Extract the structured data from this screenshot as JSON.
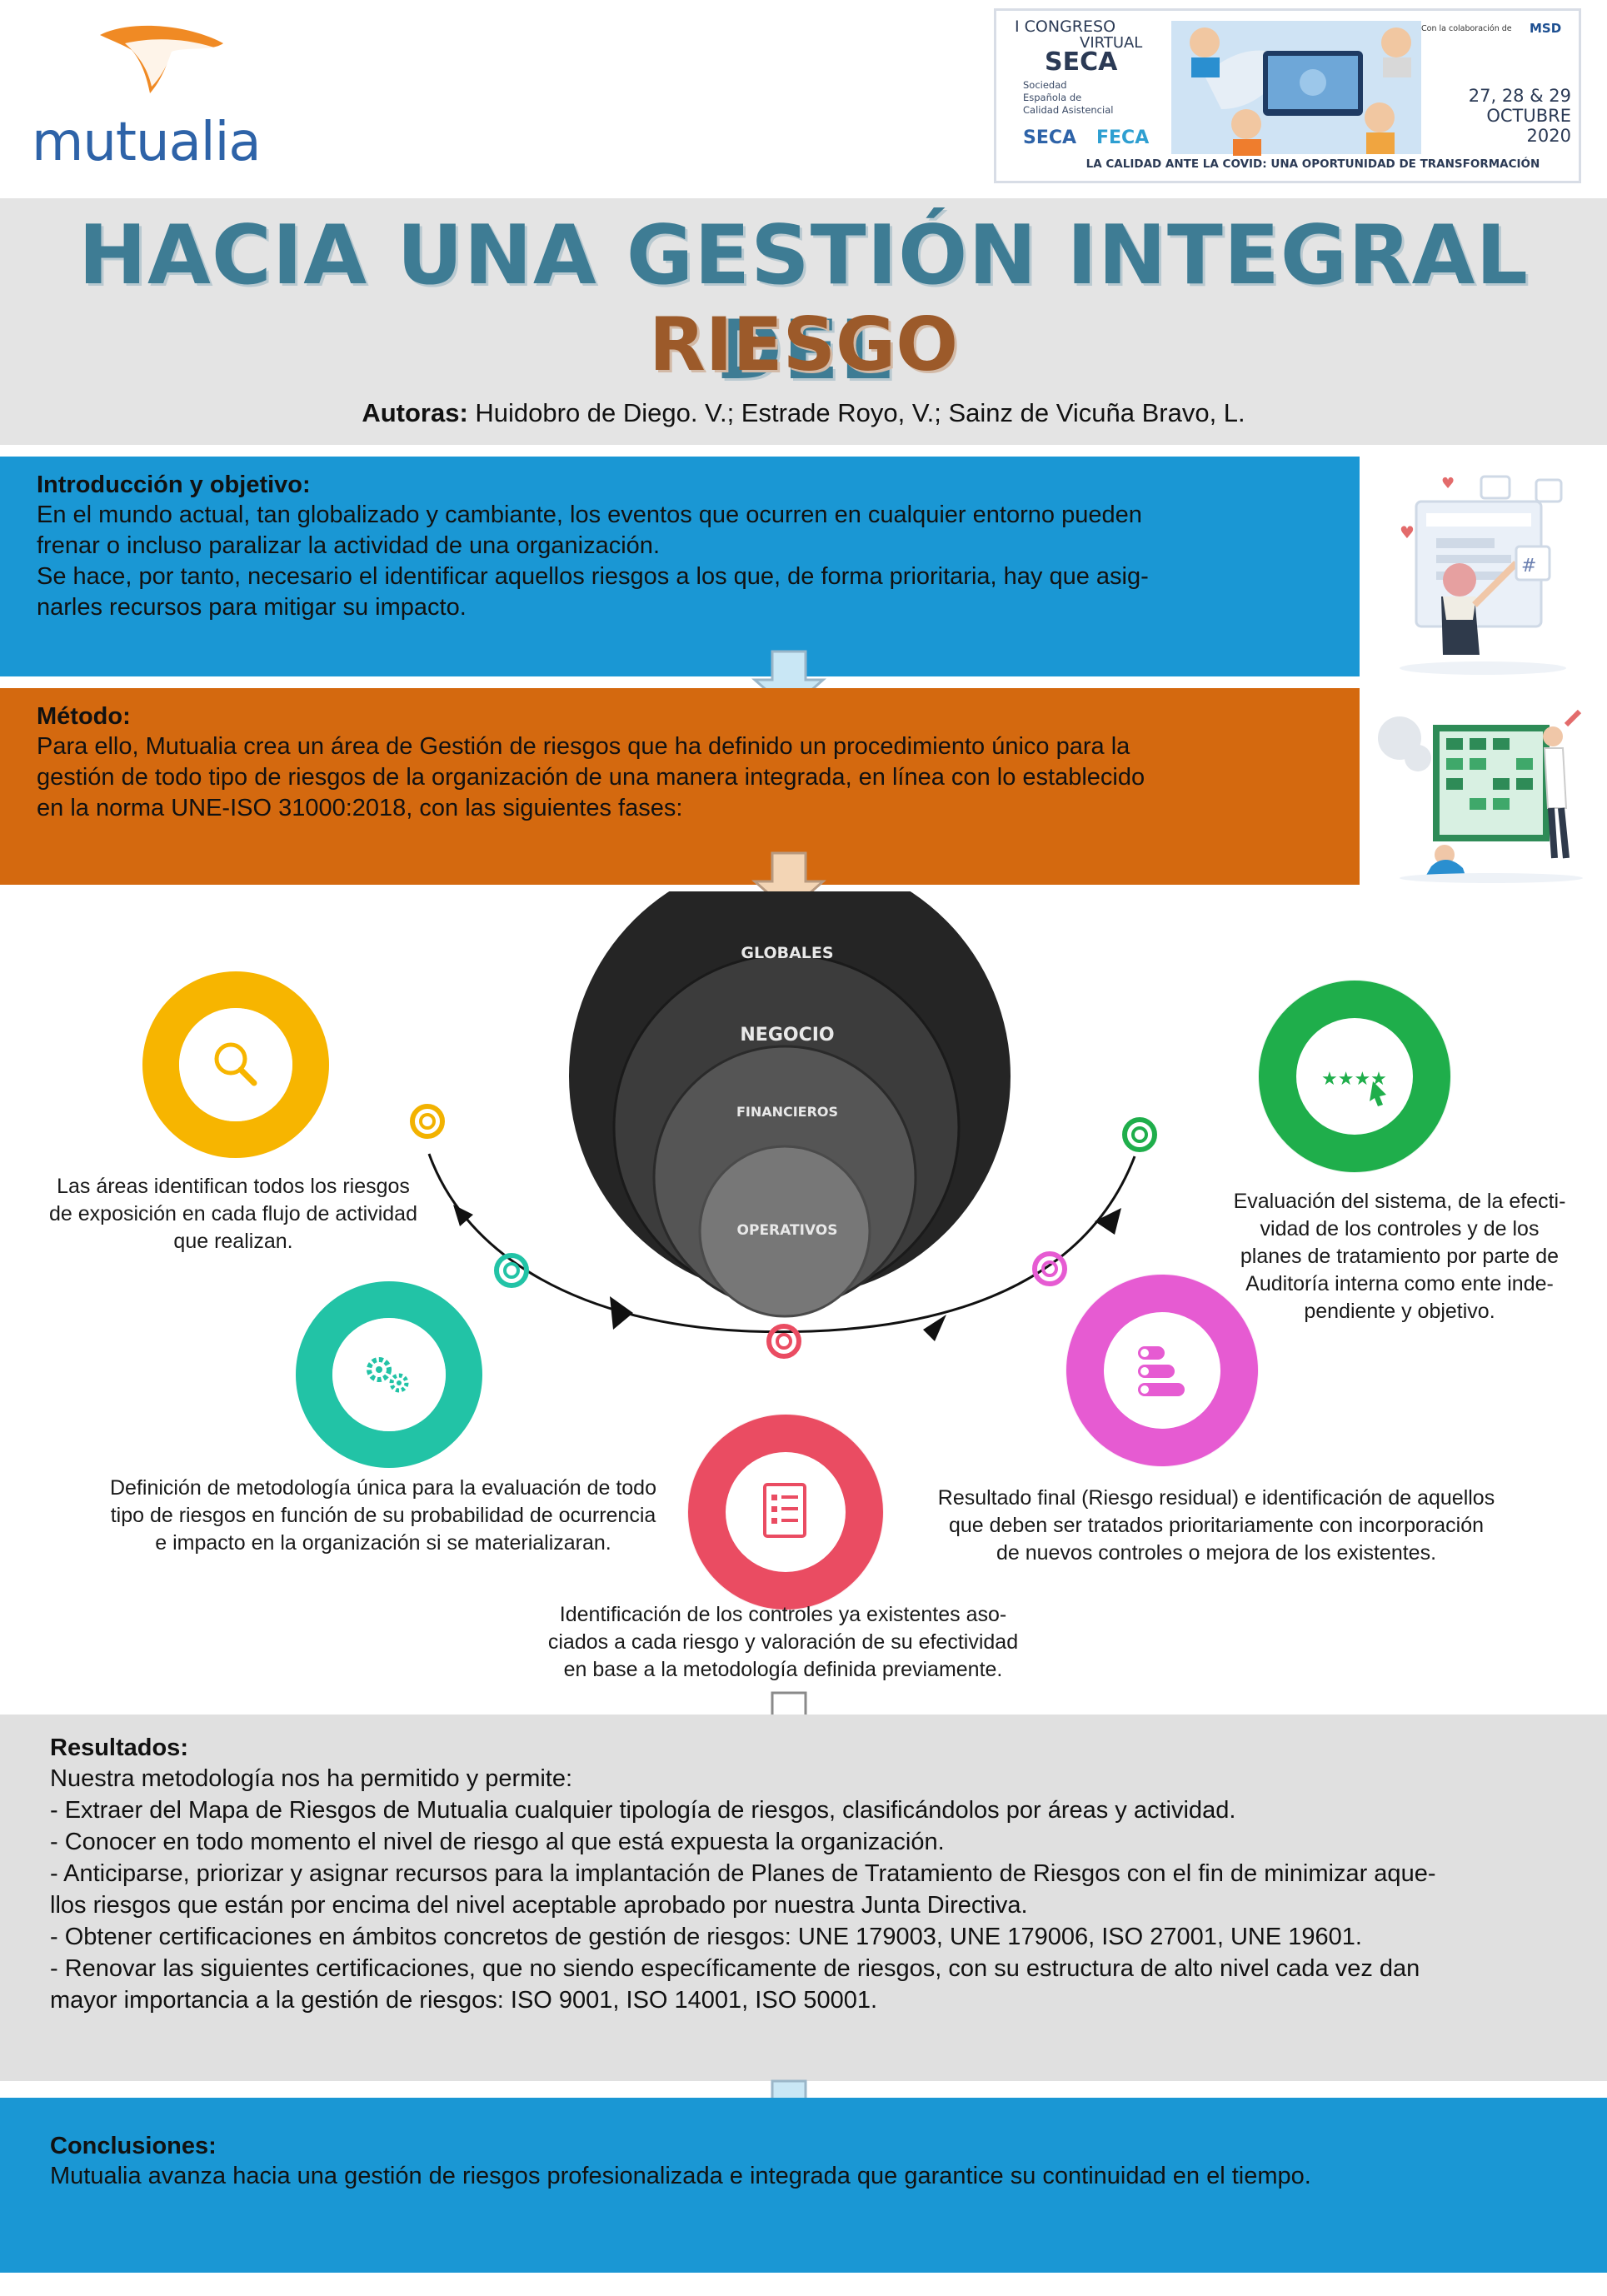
{
  "logo": {
    "text": "mutualia"
  },
  "banner": {
    "congreso_line1": "I CONGRESO",
    "congreso_line2": "VIRTUAL",
    "seca": "SECA",
    "sociedad": [
      "Sociedad",
      "Española de",
      "Calidad Asistencial"
    ],
    "seca_small": "SECA",
    "feca": "FECA",
    "colaboracion": "Con la colaboración de",
    "msd": "MSD",
    "dates": [
      "27, 28 & 29",
      "OCTUBRE",
      "2020"
    ],
    "theme": "LA CALIDAD ANTE LA COVID: UNA OPORTUNIDAD DE TRANSFORMACIÓN"
  },
  "title": {
    "line1": "HACIA UNA GESTIÓN INTEGRAL DEL",
    "line2": "RIESGO",
    "authors_label": "Autoras:",
    "authors": " Huidobro de Diego. V.; Estrade Royo, V.; Sainz de Vicuña Bravo, L."
  },
  "intro": {
    "heading": "Introducción y objetivo:",
    "lines": [
      "En el mundo actual, tan globalizado y cambiante, los eventos que ocurren en cualquier entorno pueden",
      "frenar o incluso paralizar la actividad de una organización.",
      "Se hace, por tanto, necesario el identificar aquellos riesgos a los que, de forma prioritaria, hay que asig-",
      "narles recursos para mitigar su impacto."
    ]
  },
  "metodo": {
    "heading": "Método:",
    "lines": [
      "Para ello, Mutualia crea un área de Gestión de riesgos que ha definido un procedimiento único para la",
      "gestión de todo tipo de riesgos de la organización de una manera integrada, en línea con lo establecido",
      "en la norma UNE-ISO 31000:2018, con las siguientes fases:"
    ]
  },
  "diagram": {
    "risk_levels": [
      "GLOBALES",
      "NEGOCIO",
      "FINANCIEROS",
      "OPERATIVOS"
    ],
    "phases": [
      {
        "lines": [
          "Las áreas identifican todos los riesgos",
          "de exposición en cada flujo de actividad",
          "que realizan."
        ],
        "color": "#f7b500",
        "icon": "magnifier-icon"
      },
      {
        "lines": [
          "Definición de metodología única para la evaluación de todo",
          "tipo de riesgos en función de su probabilidad de ocurrencia",
          "e impacto en la organización si se materializaran."
        ],
        "color": "#22c3a6",
        "icon": "gears-icon"
      },
      {
        "lines": [
          "Identificación de los controles ya existentes aso-",
          "ciados a cada riesgo y valoración de su efectividad",
          "en base a la metodología definida previamente."
        ],
        "color": "#ea4c62",
        "icon": "checklist-icon"
      },
      {
        "lines": [
          "Resultado final (Riesgo residual) e identificación de aquellos",
          "que deben ser tratados prioritariamente con incorporación",
          "de nuevos controles o mejora de los existentes."
        ],
        "color": "#e65bd2",
        "icon": "ranking-icon"
      },
      {
        "lines": [
          "Evaluación del sistema, de la efecti-",
          "vidad de los controles y de los",
          "planes de tratamiento por parte de",
          "Auditoría interna como ente inde-",
          "pendiente y objetivo."
        ],
        "color": "#1fae4b",
        "icon": "rating-stars-icon"
      }
    ]
  },
  "resultados": {
    "heading": "Resultados:",
    "lines": [
      "Nuestra metodología nos ha permitido y permite:",
      "- Extraer del Mapa de Riesgos de Mutualia cualquier tipología de riesgos, clasificándolos por áreas y actividad.",
      "- Conocer en todo momento el nivel de riesgo al que está expuesta la organización.",
      "- Anticiparse, priorizar y asignar recursos para la implantación de Planes de Tratamiento de Riesgos con el fin de minimizar aque-",
      "llos riesgos que están por encima del nivel aceptable aprobado por nuestra Junta Directiva.",
      "- Obtener certificaciones en ámbitos concretos de gestión de riesgos: UNE 179003, UNE 179006, ISO 27001, UNE 19601.",
      "- Renovar las siguientes certificaciones, que no siendo específicamente de riesgos, con su estructura de alto nivel cada vez dan",
      "mayor importancia a la gestión de riesgos: ISO 9001, ISO 14001, ISO 50001."
    ]
  },
  "conclusiones": {
    "heading": "Conclusiones:",
    "text": "Mutualia avanza hacia una gestión de riesgos profesionalizada e integrada que garantice su continuidad en el tiempo."
  }
}
